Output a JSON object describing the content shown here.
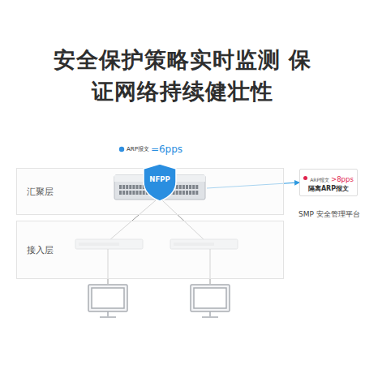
{
  "diagram": {
    "title": "安全保护策略实时监测 保证网络持续健壮性",
    "nodes": [
      {
        "text": [
          "汇聚层"
        ]
      },
      {
        "text": [
          "接入层"
        ]
      },
      {
        "text": [
          "NFPP"
        ],
        "in": 0
      },
      {
        "text": [
          "ARP报文",
          ">8pps",
          "隔离ARP报文",
          "SMP 安全管理平台"
        ]
      }
    ],
    "edges": [
      {
        "from": 2,
        "to": 3,
        "arrow": "to"
      }
    ],
    "labels": [
      "ARP报文",
      "=6pps"
    ]
  }
}
